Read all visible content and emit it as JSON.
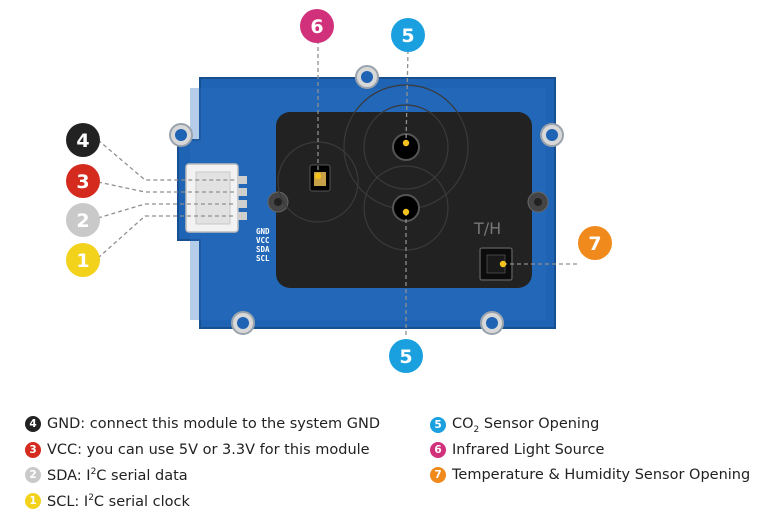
{
  "board": {
    "pin_labels": [
      "GND",
      "VCC",
      "SDA",
      "SCL"
    ],
    "sensor_marking": "T/H"
  },
  "callouts": [
    {
      "id": "c4",
      "num": "4",
      "color": "#222222"
    },
    {
      "id": "c3",
      "num": "3",
      "color": "#d52b1e"
    },
    {
      "id": "c2",
      "num": "2",
      "color": "#c9c9c9"
    },
    {
      "id": "c1",
      "num": "1",
      "color": "#f2d21b"
    },
    {
      "id": "c6",
      "num": "6",
      "color": "#d0317a"
    },
    {
      "id": "c5top",
      "num": "5",
      "color": "#1aa0df"
    },
    {
      "id": "c5bottom",
      "num": "5",
      "color": "#1aa0df"
    },
    {
      "id": "c7",
      "num": "7",
      "color": "#f18a1c"
    }
  ],
  "legend": {
    "left": [
      {
        "num": "4",
        "color": "#222222",
        "text": "GND: connect this module to the system GND"
      },
      {
        "num": "3",
        "color": "#d52b1e",
        "text": "VCC: you can use 5V or 3.3V for this module"
      },
      {
        "num": "2",
        "color": "#c9c9c9",
        "prefix": "SDA: I",
        "sup": "2",
        "suffix": "C serial data"
      },
      {
        "num": "1",
        "color": "#f2d21b",
        "prefix": "SCL:  I",
        "sup": "2",
        "suffix": "C serial clock"
      }
    ],
    "right": [
      {
        "num": "5",
        "color": "#1aa0df",
        "prefix": "CO",
        "sub": "2",
        "suffix": " Sensor Opening"
      },
      {
        "num": "6",
        "color": "#d0317a",
        "text": "Infrared Light Source"
      },
      {
        "num": "7",
        "color": "#f18a1c",
        "text": "Temperature & Humidity Sensor Opening"
      }
    ]
  }
}
